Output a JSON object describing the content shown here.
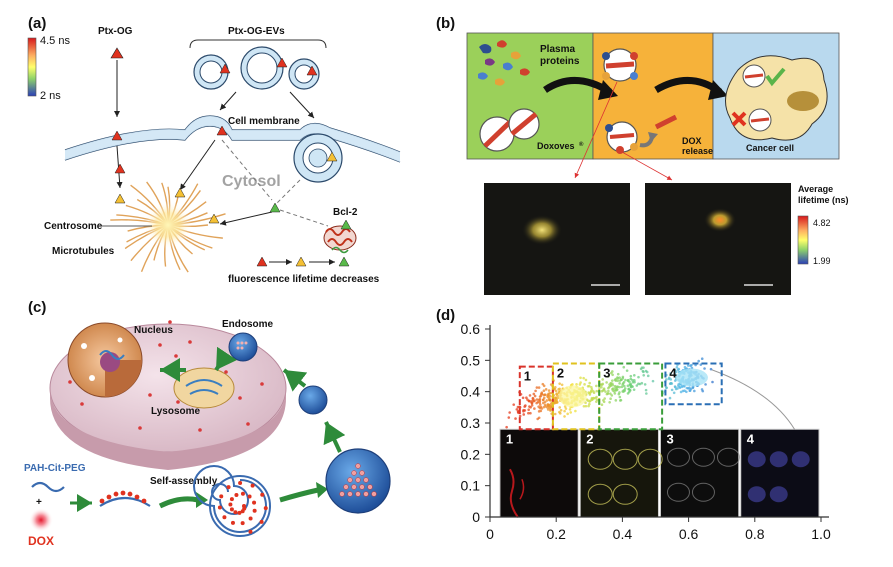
{
  "panels": {
    "a": {
      "label": "(a)",
      "colorbar_top": "4.5 ns",
      "colorbar_bottom": "2 ns",
      "ptx_og": "Ptx-OG",
      "ptx_og_evs": "Ptx-OG-EVs",
      "cell_membrane": "Cell membrane",
      "cytosol": "Cytosol",
      "centrosome": "Centrosome",
      "microtubules": "Microtubules",
      "bcl2": "Bcl-2",
      "fluor_decrease": "fluorescence lifetime decreases"
    },
    "b": {
      "label": "(b)",
      "plasma_proteins": "Plasma proteins",
      "doxoves": "Doxoves",
      "doxoves_mark": "®",
      "dox_release": "DOX release",
      "cancer_cell": "Cancer cell",
      "avg_lifetime": "Average lifetime (ns)",
      "lifetime_max": "4.82",
      "lifetime_min": "1.99"
    },
    "c": {
      "label": "(c)",
      "nucleus": "Nucleus",
      "endosome": "Endosome",
      "lysosome": "Lysosome",
      "pah_cit_peg": "PAH-Cit-PEG",
      "plus": "+",
      "dox": "DOX",
      "self_assembly": "Self-assembly"
    },
    "d": {
      "label": "(d)",
      "region_labels": [
        "1",
        "2",
        "3",
        "4"
      ],
      "inset_labels": [
        "1",
        "2",
        "3",
        "4"
      ]
    }
  },
  "chart_data": {
    "type": "scatter",
    "xlim": [
      0,
      1.0
    ],
    "ylim": [
      0,
      0.6
    ],
    "x_ticks": [
      "0",
      "0.2",
      "0.4",
      "0.6",
      "0.8",
      "1.0"
    ],
    "y_ticks": [
      "0",
      "0.1",
      "0.2",
      "0.3",
      "0.4",
      "0.5",
      "0.6"
    ],
    "clusters": [
      {
        "region": "1",
        "x_center": 0.15,
        "y_center": 0.37
      },
      {
        "region": "2",
        "x_center": 0.25,
        "y_center": 0.38
      },
      {
        "region": "3",
        "x_center": 0.4,
        "y_center": 0.42
      },
      {
        "region": "4",
        "x_center": 0.59,
        "y_center": 0.44
      }
    ],
    "regions": [
      {
        "label": "1",
        "x": [
          0.09,
          0.19
        ],
        "y": [
          0.28,
          0.48
        ],
        "color": "#d9332b"
      },
      {
        "label": "2",
        "x": [
          0.19,
          0.33
        ],
        "y": [
          0.28,
          0.49
        ],
        "color": "#e0c21e"
      },
      {
        "label": "3",
        "x": [
          0.33,
          0.52
        ],
        "y": [
          0.28,
          0.49
        ],
        "color": "#3a9d3a"
      },
      {
        "label": "4",
        "x": [
          0.53,
          0.7
        ],
        "y": [
          0.36,
          0.49
        ],
        "color": "#2a6fb5"
      }
    ],
    "grid": false
  },
  "colors": {
    "membrane_fill": "#cfe6f5",
    "membrane_stroke": "#2c4a6b",
    "green_panel": "#9bd05a",
    "orange_panel": "#f6b23a",
    "blue_panel": "#b9d9ee"
  }
}
